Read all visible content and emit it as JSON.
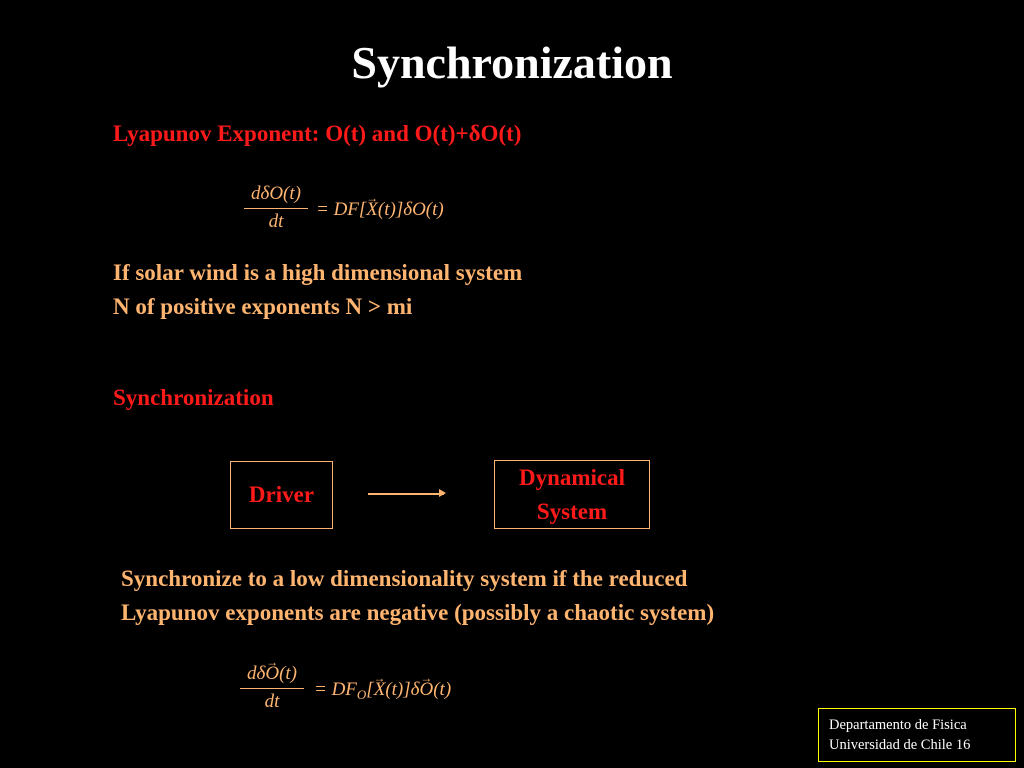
{
  "title": "Synchronization",
  "lyapunov_heading": "Lyapunov Exponent:  O(t) and O(t)+δO(t)",
  "equation1": {
    "numerator": "dδO(t)",
    "denominator": "dt",
    "rhs_prefix": "= DF[",
    "rhs_vec": "X",
    "rhs_mid": "(t)]δO(t)"
  },
  "solar_lines": [
    "If solar wind is a high dimensional system",
    "N of positive exponents N > mi"
  ],
  "sync_heading": "Synchronization",
  "diagram": {
    "driver_label": "Driver",
    "system_label_line1": "Dynamical",
    "system_label_line2": "System"
  },
  "sync_lines": [
    "Synchronize to a low dimensionality system if the reduced",
    "Lyapunov exponents are negative (possibly a chaotic system)"
  ],
  "equation2": {
    "num_prefix": "dδ",
    "num_vec": "O",
    "num_suffix": "(t)",
    "denominator": "dt",
    "rhs_df": "= DF",
    "rhs_sub": "O",
    "rhs_bracket": "[",
    "rhs_vec1": "X",
    "rhs_mid": "(t)]δ",
    "rhs_vec2": "O",
    "rhs_end": "(t)"
  },
  "footer": {
    "line1": "Departamento de Fisica",
    "line2": "Universidad de Chile  16"
  },
  "colors": {
    "background": "#000000",
    "title": "#ffffff",
    "red_text": "#ff1a1a",
    "orange_text": "#ffb570",
    "footer_border": "#ffff00"
  }
}
